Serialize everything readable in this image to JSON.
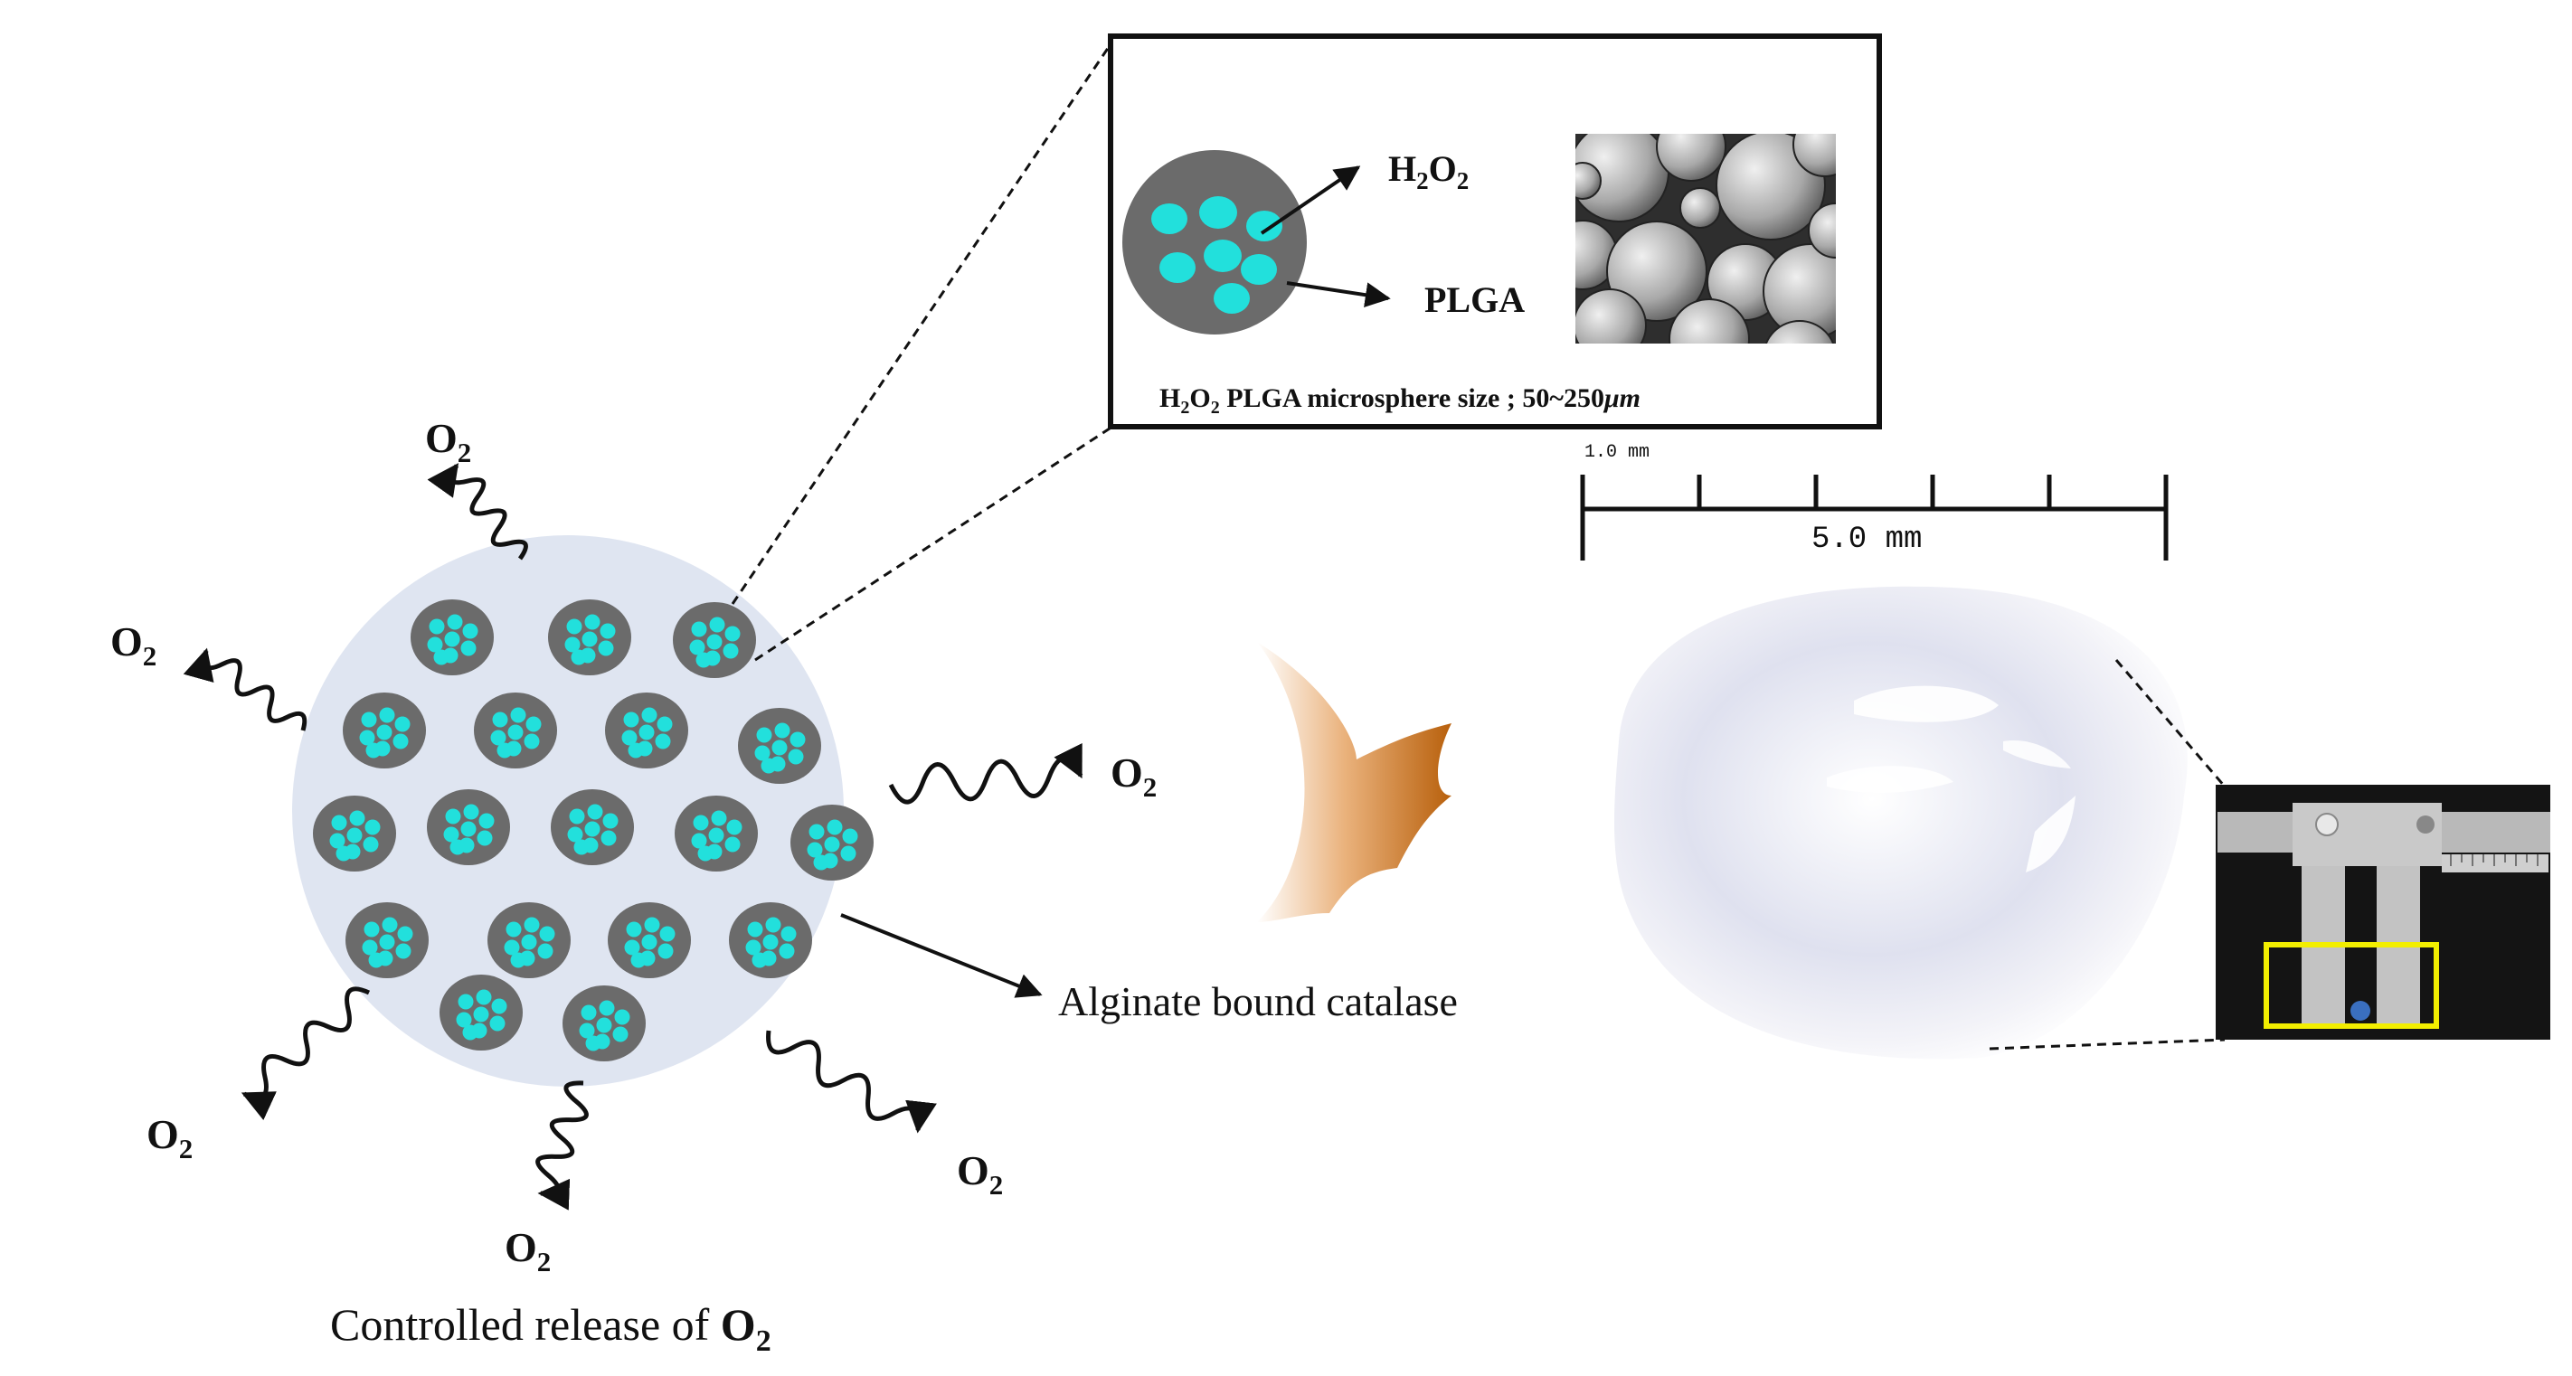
{
  "colors": {
    "background": "#ffffff",
    "hydrogel": "#dfe5f1",
    "microsphere_shell": "#6b6b6b",
    "h2o2_droplet": "#22e0dc",
    "arrow_gradient_start": "#ffffff",
    "arrow_gradient_end": "#c0670f",
    "highlight_box": "#ffff00"
  },
  "inset": {
    "h2o2_label": {
      "main": "H",
      "sub1": "2",
      "mid": "O",
      "sub2": "2"
    },
    "plga_label": "PLGA",
    "caption": {
      "p1": "H",
      "s1": "2",
      "p2": "O",
      "s2": "2",
      "p3": " PLGA microsphere  size ; 50~250",
      "unit": "μm"
    }
  },
  "scale_bar": {
    "small_label": "1.0 mm",
    "large_label": "5.0 mm"
  },
  "o2_label": {
    "main": "O",
    "sub": "2"
  },
  "alginate_label": "Alginate bound catalase",
  "bottom_caption": {
    "text": "Controlled release of ",
    "bold_main": "O",
    "bold_sub": "2"
  },
  "icons": {
    "process_arrow": "flame-arrow-icon",
    "photo_icon": "caliper-photo-icon"
  }
}
